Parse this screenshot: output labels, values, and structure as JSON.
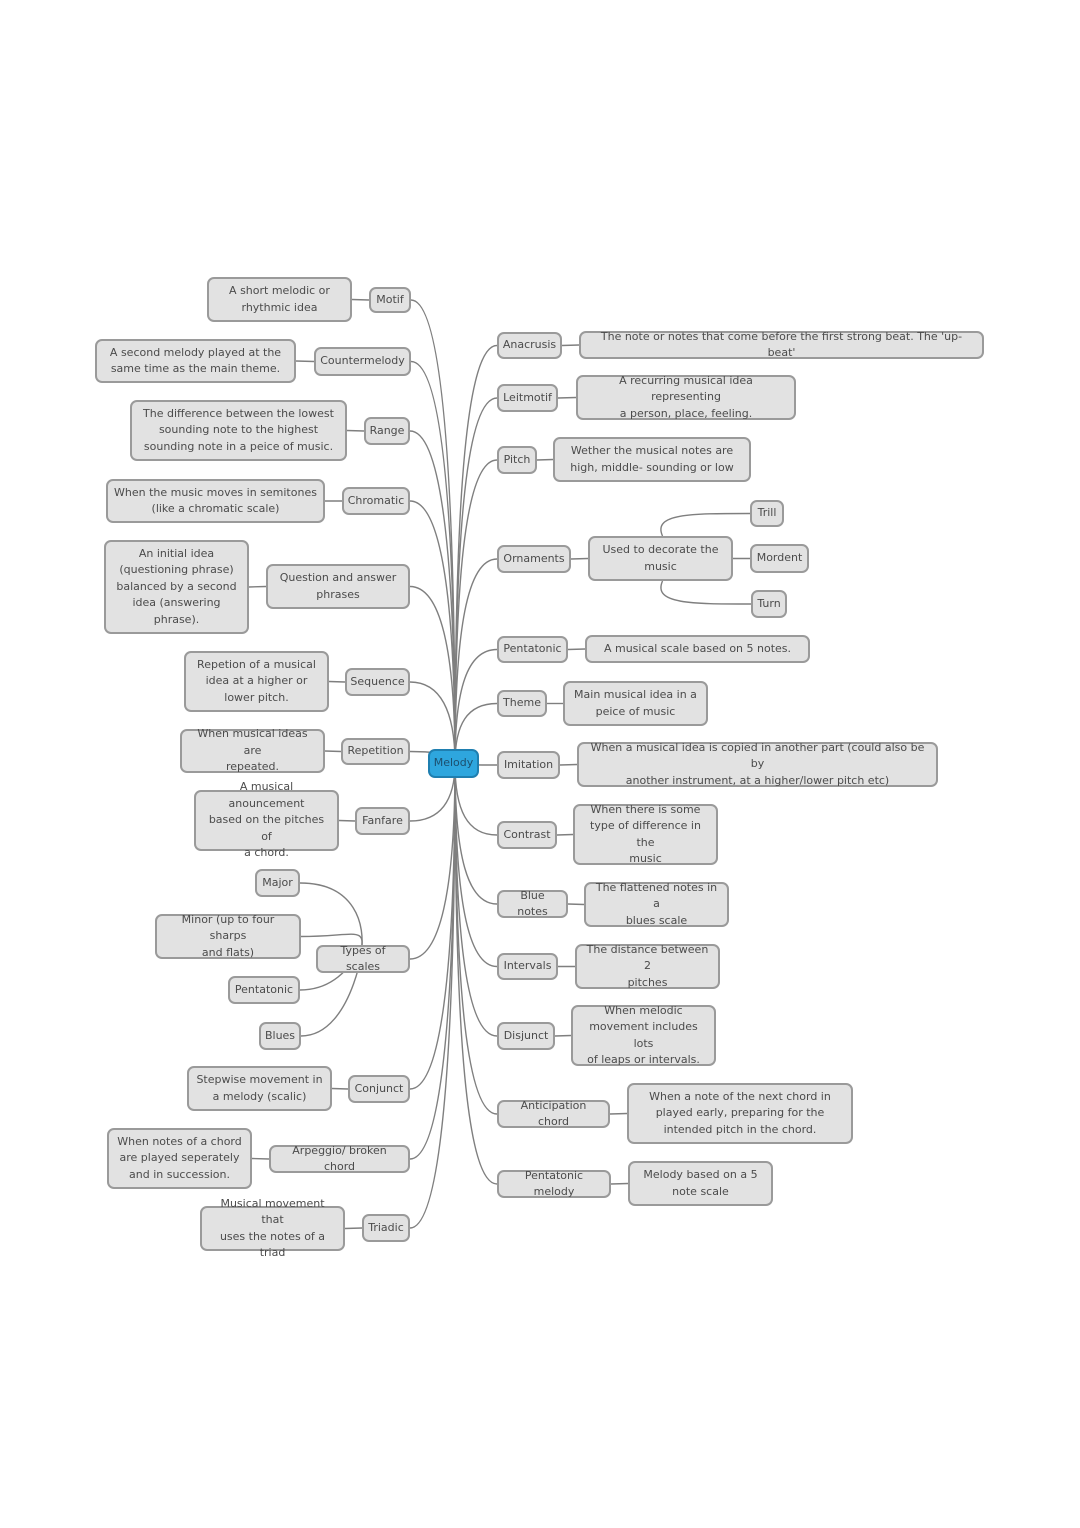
{
  "root": {
    "id": "melody",
    "label": "Melody"
  },
  "left": [
    {
      "id": "motif",
      "label": "Motif",
      "def": {
        "id": "motif_def",
        "label": "A short melodic or\nrhythmic idea"
      }
    },
    {
      "id": "countermelody",
      "label": "Countermelody",
      "def": {
        "id": "countermelody_def",
        "label": "A second melody played at the\nsame time as the main theme."
      }
    },
    {
      "id": "range",
      "label": "Range",
      "def": {
        "id": "range_def",
        "label": "The difference between the lowest\nsounding note to the highest\nsounding note in a peice of music."
      }
    },
    {
      "id": "chromatic",
      "label": "Chromatic",
      "def": {
        "id": "chromatic_def",
        "label": "When the music moves in semitones\n(like a chromatic scale)"
      }
    },
    {
      "id": "question",
      "label": "Question and answer\nphrases",
      "def": {
        "id": "question_def",
        "label": "An initial idea\n(questioning phrase)\nbalanced by a second\nidea (answering\nphrase)."
      }
    },
    {
      "id": "sequence",
      "label": "Sequence",
      "def": {
        "id": "sequence_def",
        "label": "Repetion of a musical\nidea at a higher or\nlower pitch."
      }
    },
    {
      "id": "repetition",
      "label": "Repetition",
      "def": {
        "id": "repetition_def",
        "label": "When musical ideas are\nrepeated."
      }
    },
    {
      "id": "fanfare",
      "label": "Fanfare",
      "def": {
        "id": "fanfare_def",
        "label": "A musical anouncement\nbased on the pitches of\na chord."
      }
    },
    {
      "id": "scales",
      "label": "Types of scales",
      "children": [
        {
          "id": "major",
          "label": "Major"
        },
        {
          "id": "minor",
          "label": "Minor (up to four sharps\nand flats)"
        },
        {
          "id": "pentatonic_scale",
          "label": "Pentatonic"
        },
        {
          "id": "blues",
          "label": "Blues"
        }
      ]
    },
    {
      "id": "conjunct",
      "label": "Conjunct",
      "def": {
        "id": "conjunct_def",
        "label": "Stepwise movement in\na melody (scalic)"
      }
    },
    {
      "id": "arpeggio",
      "label": "Arpeggio/ broken chord",
      "def": {
        "id": "arpeggio_def",
        "label": "When notes of a chord\nare played seperately\nand in succession."
      }
    },
    {
      "id": "triadic",
      "label": "Triadic",
      "def": {
        "id": "triadic_def",
        "label": "Musical movement that\nuses the notes of a triad"
      }
    }
  ],
  "right": [
    {
      "id": "anacrusis",
      "label": "Anacrusis",
      "def": {
        "id": "anacrusis_def",
        "label": "The note or notes that come before the first strong beat. The 'up-beat'"
      }
    },
    {
      "id": "leitmotif",
      "label": "Leitmotif",
      "def": {
        "id": "leitmotif_def",
        "label": "A recurring musical idea representing\na person, place, feeling."
      }
    },
    {
      "id": "pitch",
      "label": "Pitch",
      "def": {
        "id": "pitch_def",
        "label": "Wether the musical notes are\nhigh, middle- sounding or low"
      }
    },
    {
      "id": "ornaments",
      "label": "Ornaments",
      "def": {
        "id": "ornaments_def",
        "label": "Used to decorate the\nmusic"
      },
      "children": [
        {
          "id": "trill",
          "label": "Trill"
        },
        {
          "id": "mordent",
          "label": "Mordent"
        },
        {
          "id": "turn",
          "label": "Turn"
        }
      ]
    },
    {
      "id": "pentatonic",
      "label": "Pentatonic",
      "def": {
        "id": "pentatonic_def",
        "label": "A musical scale based on 5 notes."
      }
    },
    {
      "id": "theme",
      "label": "Theme",
      "def": {
        "id": "theme_def",
        "label": "Main musical idea in a\npeice of music"
      }
    },
    {
      "id": "imitation",
      "label": "Imitation",
      "def": {
        "id": "imitation_def",
        "label": "When a musical idea is copied in another part (could also be by\nanother instrument, at a higher/lower pitch etc)"
      }
    },
    {
      "id": "contrast",
      "label": "Contrast",
      "def": {
        "id": "contrast_def",
        "label": "When there is some\ntype of difference in the\nmusic"
      }
    },
    {
      "id": "bluenotes",
      "label": "Blue notes",
      "def": {
        "id": "bluenotes_def",
        "label": "The flattened notes in a\nblues scale"
      }
    },
    {
      "id": "intervals",
      "label": "Intervals",
      "def": {
        "id": "intervals_def",
        "label": "The distance between 2\npitches"
      }
    },
    {
      "id": "disjunct",
      "label": "Disjunct",
      "def": {
        "id": "disjunct_def",
        "label": "When melodic\nmovement includes lots\nof leaps or intervals."
      }
    },
    {
      "id": "anticipation",
      "label": "Anticipation chord",
      "def": {
        "id": "anticipation_def",
        "label": "When a note of the next chord in\nplayed early, preparing for the\nintended pitch in the chord."
      }
    },
    {
      "id": "pentmelody",
      "label": "Pentatonic melody",
      "def": {
        "id": "pentmelody_def",
        "label": "Melody based on a 5\nnote scale"
      }
    }
  ],
  "colors": {
    "node_fill": "#e2e2e2",
    "node_border": "#9a9a9a",
    "node_text": "#4b4b4b",
    "root_fill": "#2ea6de",
    "edge": "#7f7f7f"
  }
}
